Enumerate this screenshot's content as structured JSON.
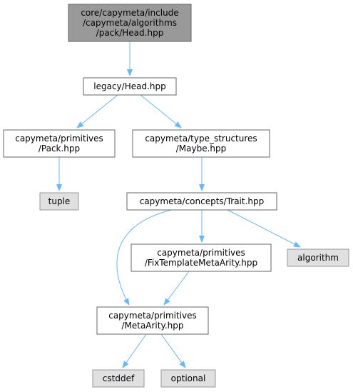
{
  "colors": {
    "edge": "#63B8FF",
    "border": "#666666",
    "root_fill": "#999999",
    "node_fill": "#FFFFFF",
    "system_fill": "#E0E0E0",
    "system_border": "#999999"
  },
  "nodes": [
    {
      "id": "root",
      "lines": [
        "core/capymeta/include",
        "/capymeta/algorithms",
        "/pack/Head.hpp"
      ],
      "kind": "root"
    },
    {
      "id": "legacy",
      "lines": [
        "legacy/Head.hpp"
      ],
      "kind": "file"
    },
    {
      "id": "pack",
      "lines": [
        "capymeta/primitives",
        "/Pack.hpp"
      ],
      "kind": "file"
    },
    {
      "id": "maybe",
      "lines": [
        "capymeta/type_structures",
        "/Maybe.hpp"
      ],
      "kind": "file"
    },
    {
      "id": "tuple",
      "lines": [
        "tuple"
      ],
      "kind": "system"
    },
    {
      "id": "trait",
      "lines": [
        "capymeta/concepts/Trait.hpp"
      ],
      "kind": "file"
    },
    {
      "id": "fixtemplate",
      "lines": [
        "capymeta/primitives",
        "/FixTemplateMetaArity.hpp"
      ],
      "kind": "file"
    },
    {
      "id": "algorithm",
      "lines": [
        "algorithm"
      ],
      "kind": "system"
    },
    {
      "id": "metaarity",
      "lines": [
        "capymeta/primitives",
        "/MetaArity.hpp"
      ],
      "kind": "file"
    },
    {
      "id": "cstddef",
      "lines": [
        "cstddef"
      ],
      "kind": "system"
    },
    {
      "id": "optional",
      "lines": [
        "optional"
      ],
      "kind": "system"
    }
  ],
  "edges": [
    {
      "from": "root",
      "to": "legacy"
    },
    {
      "from": "legacy",
      "to": "pack"
    },
    {
      "from": "legacy",
      "to": "maybe"
    },
    {
      "from": "pack",
      "to": "tuple"
    },
    {
      "from": "maybe",
      "to": "trait"
    },
    {
      "from": "trait",
      "to": "metaarity"
    },
    {
      "from": "trait",
      "to": "fixtemplate"
    },
    {
      "from": "trait",
      "to": "algorithm"
    },
    {
      "from": "fixtemplate",
      "to": "metaarity"
    },
    {
      "from": "metaarity",
      "to": "cstddef"
    },
    {
      "from": "metaarity",
      "to": "optional"
    }
  ]
}
